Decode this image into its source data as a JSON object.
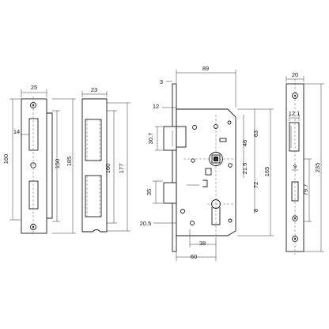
{
  "strike_plate": {
    "w": "25",
    "inner": "14",
    "h_total": "160",
    "h_mid": "150",
    "h_outer": "185"
  },
  "plate_two": {
    "w": "23",
    "h_inner": "160",
    "h_outer": "177"
  },
  "lock_body": {
    "top_offset": "3",
    "depth": "89",
    "small_12": "12",
    "latch_h": "30.7",
    "backset": "46",
    "cyl_63": "63",
    "follower_21_5": "21.5",
    "cc_72": "72",
    "total_165": "165",
    "bolt_35": "35",
    "dist_20_5": "20.5",
    "dim_8": "8",
    "bottom_38": "38",
    "bottom_60": "60"
  },
  "faceplate": {
    "w": "20",
    "top_12_1": "12.1",
    "w9": "9",
    "h_79_7": "79.7",
    "h_235": "235"
  }
}
